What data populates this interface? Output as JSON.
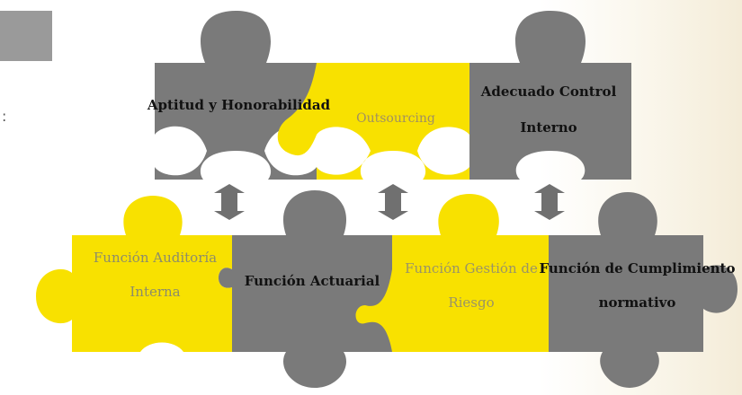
{
  "colors": {
    "yellow": "#f8e100",
    "grey": "#7a7a7a",
    "arrow": "#707070"
  },
  "side_mark": ":",
  "top_row": [
    {
      "id": "aptitud",
      "label": "Aptitud y Honorabilidad",
      "color": "grey"
    },
    {
      "id": "outsourcing",
      "label": "Outsourcing",
      "color": "yellow"
    },
    {
      "id": "control",
      "label_line1": "Adecuado Control",
      "label_line2": "Interno",
      "color": "grey"
    }
  ],
  "bottom_row": [
    {
      "id": "auditoria",
      "label_line1": "Función Auditoría",
      "label_line2": "Interna",
      "color": "yellow"
    },
    {
      "id": "actuarial",
      "label": "Función Actuarial",
      "color": "grey"
    },
    {
      "id": "riesgo",
      "label_line1": "Función Gestión de",
      "label_line2": "Riesgo",
      "color": "yellow"
    },
    {
      "id": "cumplimiento",
      "label_line1": "Función de Cumplimiento",
      "label_line2": "normativo",
      "color": "grey"
    }
  ],
  "arrows": [
    "double-arrow",
    "double-arrow",
    "double-arrow"
  ]
}
